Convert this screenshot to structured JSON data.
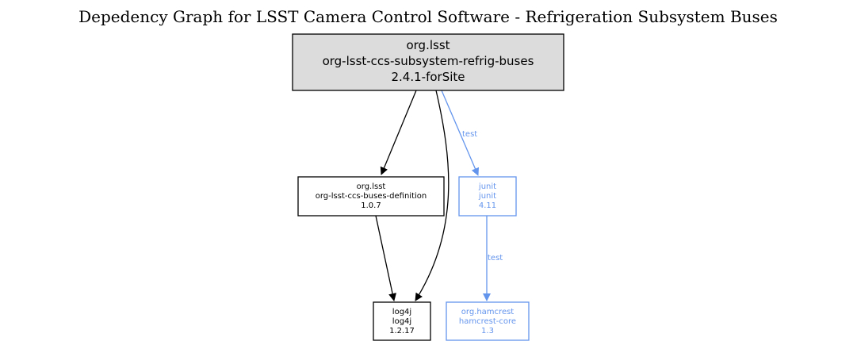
{
  "title": "Depedency Graph for LSST Camera Control Software - Refrigeration Subsystem Buses",
  "colors": {
    "compile": "#000000",
    "test": "#6495ed",
    "root_fill": "#dcdcdc"
  },
  "nodes": {
    "root": {
      "group": "org.lsst",
      "artifact": "org-lsst-ccs-subsystem-refrig-buses",
      "version": "2.4.1-forSite"
    },
    "buses_definition": {
      "group": "org.lsst",
      "artifact": "org-lsst-ccs-buses-definition",
      "version": "1.0.7"
    },
    "junit": {
      "group": "junit",
      "artifact": "junit",
      "version": "4.11"
    },
    "log4j": {
      "group": "log4j",
      "artifact": "log4j",
      "version": "1.2.17"
    },
    "hamcrest": {
      "group": "org.hamcrest",
      "artifact": "hamcrest-core",
      "version": "1.3"
    }
  },
  "edges": [
    {
      "from": "root",
      "to": "buses_definition",
      "scope": "compile",
      "label": ""
    },
    {
      "from": "root",
      "to": "log4j",
      "scope": "compile",
      "label": ""
    },
    {
      "from": "root",
      "to": "junit",
      "scope": "test",
      "label": "test"
    },
    {
      "from": "buses_definition",
      "to": "log4j",
      "scope": "compile",
      "label": ""
    },
    {
      "from": "junit",
      "to": "hamcrest",
      "scope": "test",
      "label": "test"
    }
  ]
}
